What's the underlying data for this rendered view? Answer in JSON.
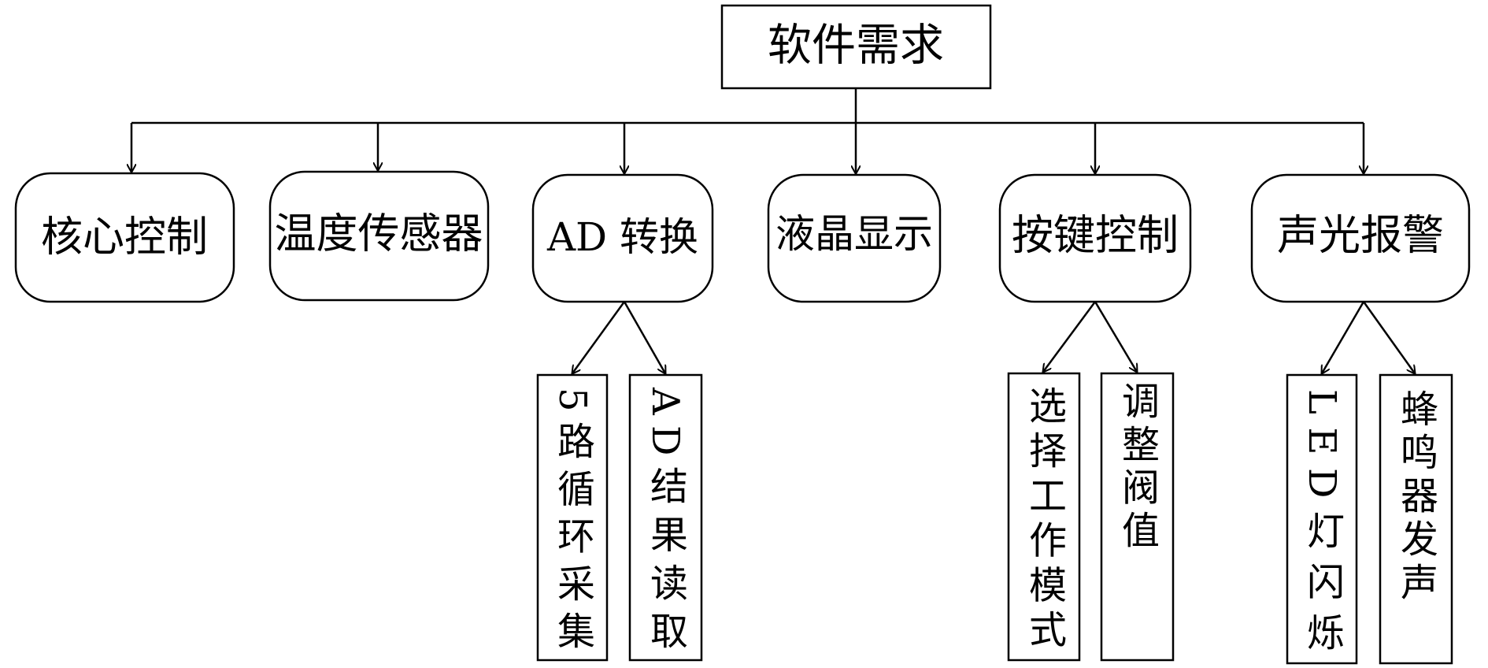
{
  "root": {
    "label": "软件需求"
  },
  "modules": [
    {
      "label": "核心控制",
      "children": []
    },
    {
      "label": "温度传感器",
      "children": []
    },
    {
      "label": "AD 转换",
      "children": [
        "5路循环采集",
        "AD结果读取"
      ]
    },
    {
      "label": "液晶显示",
      "children": []
    },
    {
      "label": "按键控制",
      "children": [
        "选择工作模式",
        "调整阀值"
      ]
    },
    {
      "label": "声光报警",
      "children": [
        "LED灯闪烁",
        "蜂鸣器发声"
      ]
    }
  ]
}
